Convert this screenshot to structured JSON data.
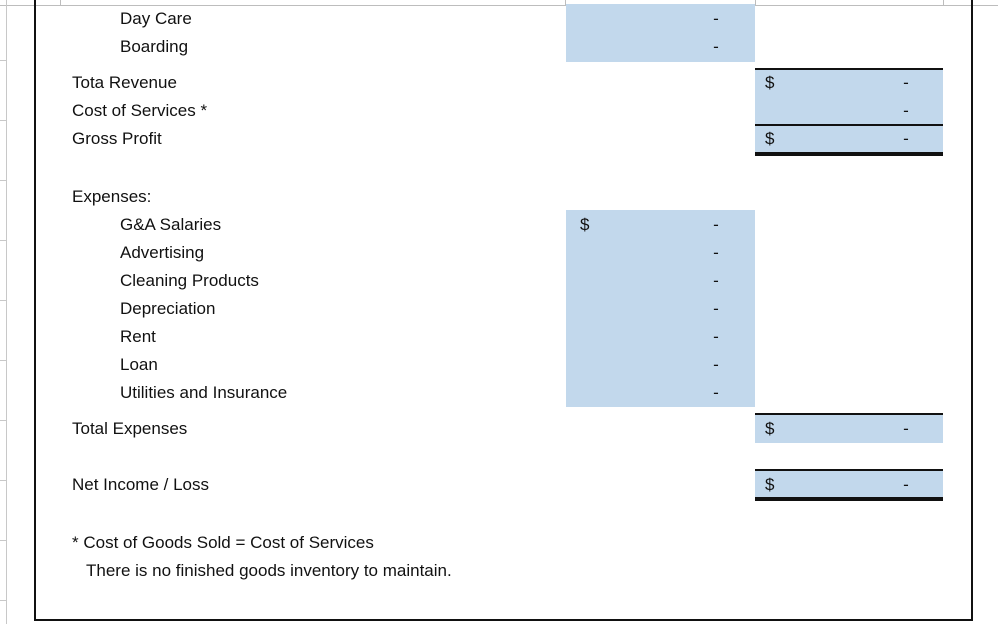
{
  "revenue_items": [
    "Day Care",
    "Boarding"
  ],
  "summary": {
    "total_revenue_label": "Tota Revenue",
    "cost_of_services_label": "Cost of Services *",
    "gross_profit_label": "Gross Profit"
  },
  "expenses": {
    "heading": "Expenses:",
    "items": [
      "G&A Salaries",
      "Advertising",
      "Cleaning Products",
      "Depreciation",
      "Rent",
      "Loan",
      "Utilities and Insurance"
    ],
    "total_label": "Total Expenses"
  },
  "net_income_label": "Net Income / Loss",
  "footnote": {
    "line1": "* Cost of Goods Sold = Cost of Services",
    "line2": "There is no finished goods inventory to maintain."
  },
  "currency_symbol": "$",
  "empty_value": "-",
  "colors": {
    "input_fill": "#c2d8ec",
    "border": "#111111"
  }
}
